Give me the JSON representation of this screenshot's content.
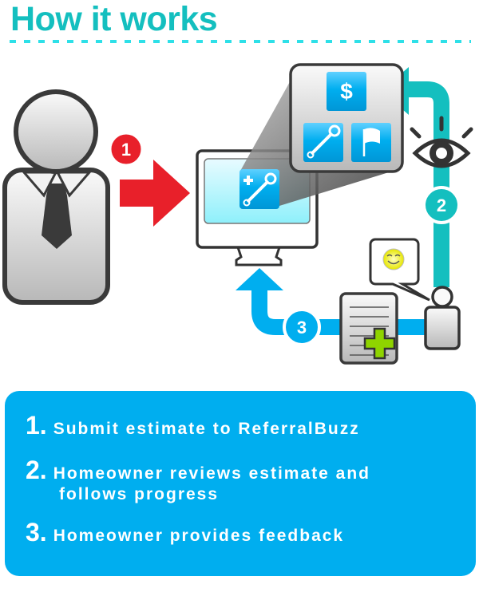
{
  "header": {
    "title": "How it works"
  },
  "diagram": {
    "badges": [
      "1",
      "2",
      "3"
    ],
    "icon_dollar": "$",
    "colors": {
      "teal": "#14bfbf",
      "blue": "#00aeef",
      "red": "#e8202a",
      "green": "#8fd400"
    }
  },
  "steps": [
    {
      "number": "1.",
      "text": "Submit estimate to ReferralBuzz"
    },
    {
      "number": "2.",
      "text": "Homeowner reviews estimate and",
      "text_cont": "follows progress"
    },
    {
      "number": "3.",
      "text": "Homeowner provides feedback"
    }
  ]
}
